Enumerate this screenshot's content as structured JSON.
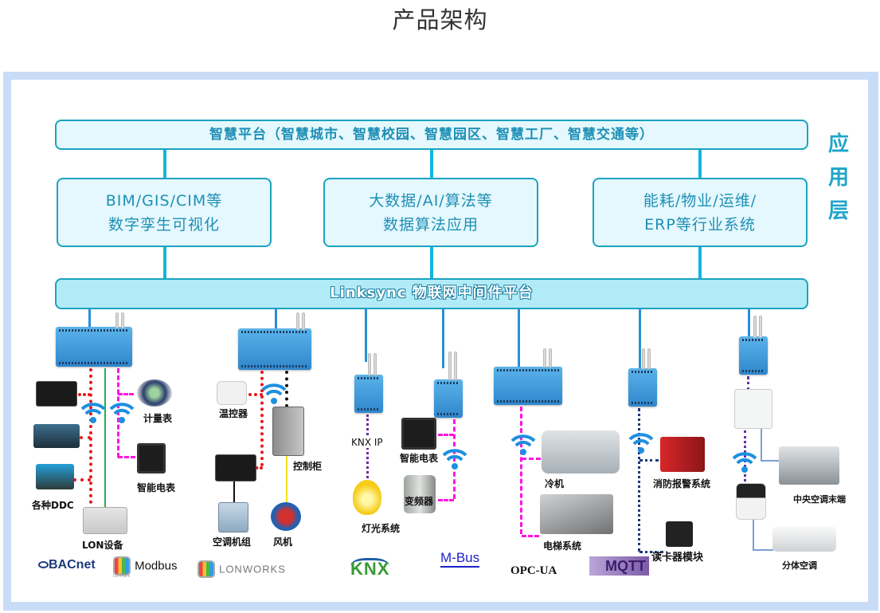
{
  "title": "产品架构",
  "application_layer": {
    "label_chars": [
      "应",
      "用",
      "层"
    ],
    "platform": "智慧平台（智慧城市、智慧校园、智慧园区、智慧工厂、智慧交通等）",
    "apps": [
      {
        "line1": "BIM/GIS/CIM等",
        "line2": "数字孪生可视化"
      },
      {
        "line1": "大数据/AI/算法等",
        "line2": "数据算法应用"
      },
      {
        "line1": "能耗/物业/运维/",
        "line2": "ERP等行业系统"
      }
    ]
  },
  "middleware": "Linksync 物联网中间件平台",
  "devices": {
    "group1": {
      "meter": "计量表",
      "smart_meter": "智能电表",
      "ddc": "各种DDC",
      "lon": "LON设备"
    },
    "group2": {
      "thermostat": "温控器",
      "cabinet": "控制柜",
      "ahu": "空调机组",
      "fan": "风机"
    },
    "group3": {
      "knx_ip": "KNX IP",
      "lighting": "灯光系统"
    },
    "group4": {
      "smart_meter": "智能电表",
      "inverter": "变频器"
    },
    "group5": {
      "chiller": "冷机",
      "elevator": "电梯系统"
    },
    "group6": {
      "fire": "消防报警系统",
      "card_reader": "读卡器模块"
    },
    "group7": {
      "fcu": "中央空调末端",
      "split_ac": "分体空调"
    }
  },
  "protocols": [
    "BACnet",
    "Modbus",
    "LonWorks",
    "KNX",
    "M-Bus",
    "OPC-UA",
    "MQTT"
  ],
  "protocol_subtext": {
    "lonmark": "LonMark"
  },
  "colors": {
    "frame": "#c8dcf8",
    "box_border": "#1aa3bf",
    "box_fill": "#e4f8fd",
    "middleware_fill": "#b2ebf8",
    "text_blue": "#1f8fb6",
    "connector": "#12b6e0"
  }
}
